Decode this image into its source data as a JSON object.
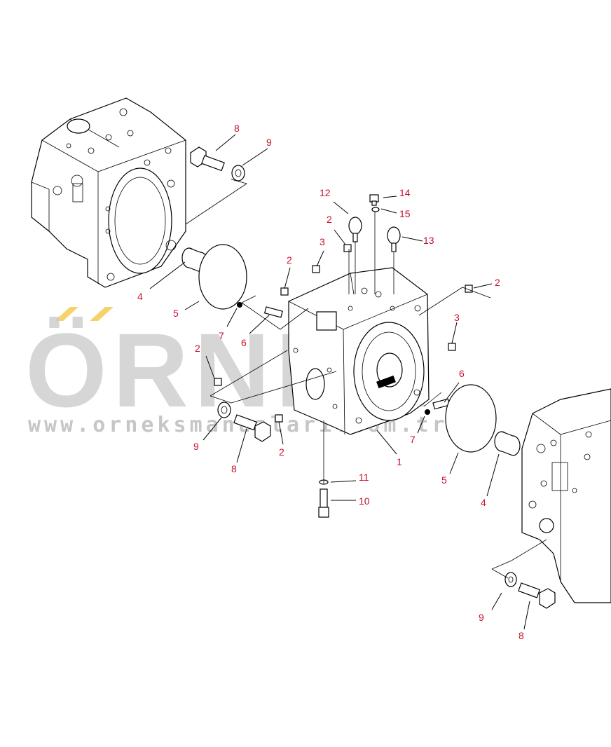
{
  "watermark": {
    "logo_text": "ÖRNEK",
    "url_text": "www.orneksmanualari.com.tr",
    "accent_color": "#f5d36a",
    "text_color": "#c9c9c9"
  },
  "callouts": [
    {
      "id": "c8a",
      "label": "8"
    },
    {
      "id": "c9a",
      "label": "9"
    },
    {
      "id": "c12",
      "label": "12"
    },
    {
      "id": "c14",
      "label": "14"
    },
    {
      "id": "c15",
      "label": "15"
    },
    {
      "id": "c2a",
      "label": "2"
    },
    {
      "id": "c13",
      "label": "13"
    },
    {
      "id": "c3a",
      "label": "3"
    },
    {
      "id": "c2b",
      "label": "2"
    },
    {
      "id": "c2c",
      "label": "2"
    },
    {
      "id": "c4a",
      "label": "4"
    },
    {
      "id": "c5a",
      "label": "5"
    },
    {
      "id": "c7a",
      "label": "7"
    },
    {
      "id": "c6a",
      "label": "6"
    },
    {
      "id": "c3b",
      "label": "3"
    },
    {
      "id": "c2d",
      "label": "2"
    },
    {
      "id": "c6b",
      "label": "6"
    },
    {
      "id": "c9b",
      "label": "9"
    },
    {
      "id": "c8b",
      "label": "8"
    },
    {
      "id": "c2e",
      "label": "2"
    },
    {
      "id": "c7b",
      "label": "7"
    },
    {
      "id": "c1",
      "label": "1"
    },
    {
      "id": "c5b",
      "label": "5"
    },
    {
      "id": "c11",
      "label": "11"
    },
    {
      "id": "c10",
      "label": "10"
    },
    {
      "id": "c4b",
      "label": "4"
    },
    {
      "id": "c9c",
      "label": "9"
    },
    {
      "id": "c8c",
      "label": "8"
    }
  ]
}
